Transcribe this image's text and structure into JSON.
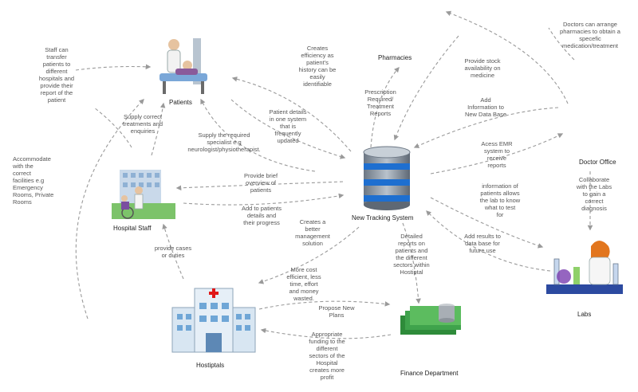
{
  "nodes": {
    "patients": "Patients",
    "pharmacies": "Pharmacies",
    "hospital_staff": "Hospital Staff",
    "tracking_system": "New Tracking System",
    "doctor_office": "Doctor Office",
    "labs": "Labs",
    "hospitals": "Hostiptals",
    "finance": "Finance Department"
  },
  "annotations": {
    "staff_transfer": "Staff can\ntransfer\npatients to\ndifferent\nhospitals and\nprovide their\nreport of the\npatient",
    "accommodate": "Accommodate\nwith the\ncorrect\nfacilities e.g\nEmergency\nRooms, Private\nRooms",
    "supply_treatments": "Supply correct\ntreatments and\nenquiries",
    "supply_specialist": "Supply the required\nspecialist e.g\nneurologist/physiotherapist.",
    "creates_efficiency": "Creates\nefficiency as\npatient's\nhistory can be\neasily\nidentifiable",
    "patient_details": "Patient details\nin one system\nthat is\nfrequently\nupdated",
    "prescription": "Prescription\nRequired/\nTreatment\nReports",
    "provide_stock": "Provide stock\navailability on\nmedicine",
    "add_info": "Add\nInformation to\nNew Data Base",
    "doctors_arrange": "Doctors can arrange\npharmacies to obtain a\nspecefic\nmedication/treatment",
    "acess_emr": "Acess EMR\nsystem to\nreceive\nreports",
    "collaborate": "Collaborate\nwith the Labs\nto gain a\ncorrect\ndiagnosis",
    "info_patients": "information of\npatients allows\nthe lab to know\nwhat to test\nfor",
    "add_results": "Add results to\ndata base for\nfuture use",
    "brief_overview": "Provide brief\noverview of\npatients",
    "add_to_patients": "Add to patients\ndetails and\ntheir progress",
    "better_mgmt": "Creates a\nbetter\nmanagement\nsolution",
    "detailed_reports": "Detailed\nreports on\npatients and\nthe different\nsectors within\nHostiptal",
    "cases_duties": "provide cases\nor duties",
    "more_cost": "More cost\nefficient, less\ntime, effort\nand money\nwasted.",
    "propose_plans": "Propose New\nPlans",
    "funding": "Appropriate\nfunding to the\ndifferent\nsectors of the\nHospital\ncreates more\nprofit"
  },
  "colors": {
    "arrow": "#9a9a9a",
    "db_blue": "#1e6fd0",
    "db_gray": "#8c96a3",
    "cross_red": "#e01818",
    "building": "#d8e6f2",
    "money_green": "#2e8b3a"
  }
}
